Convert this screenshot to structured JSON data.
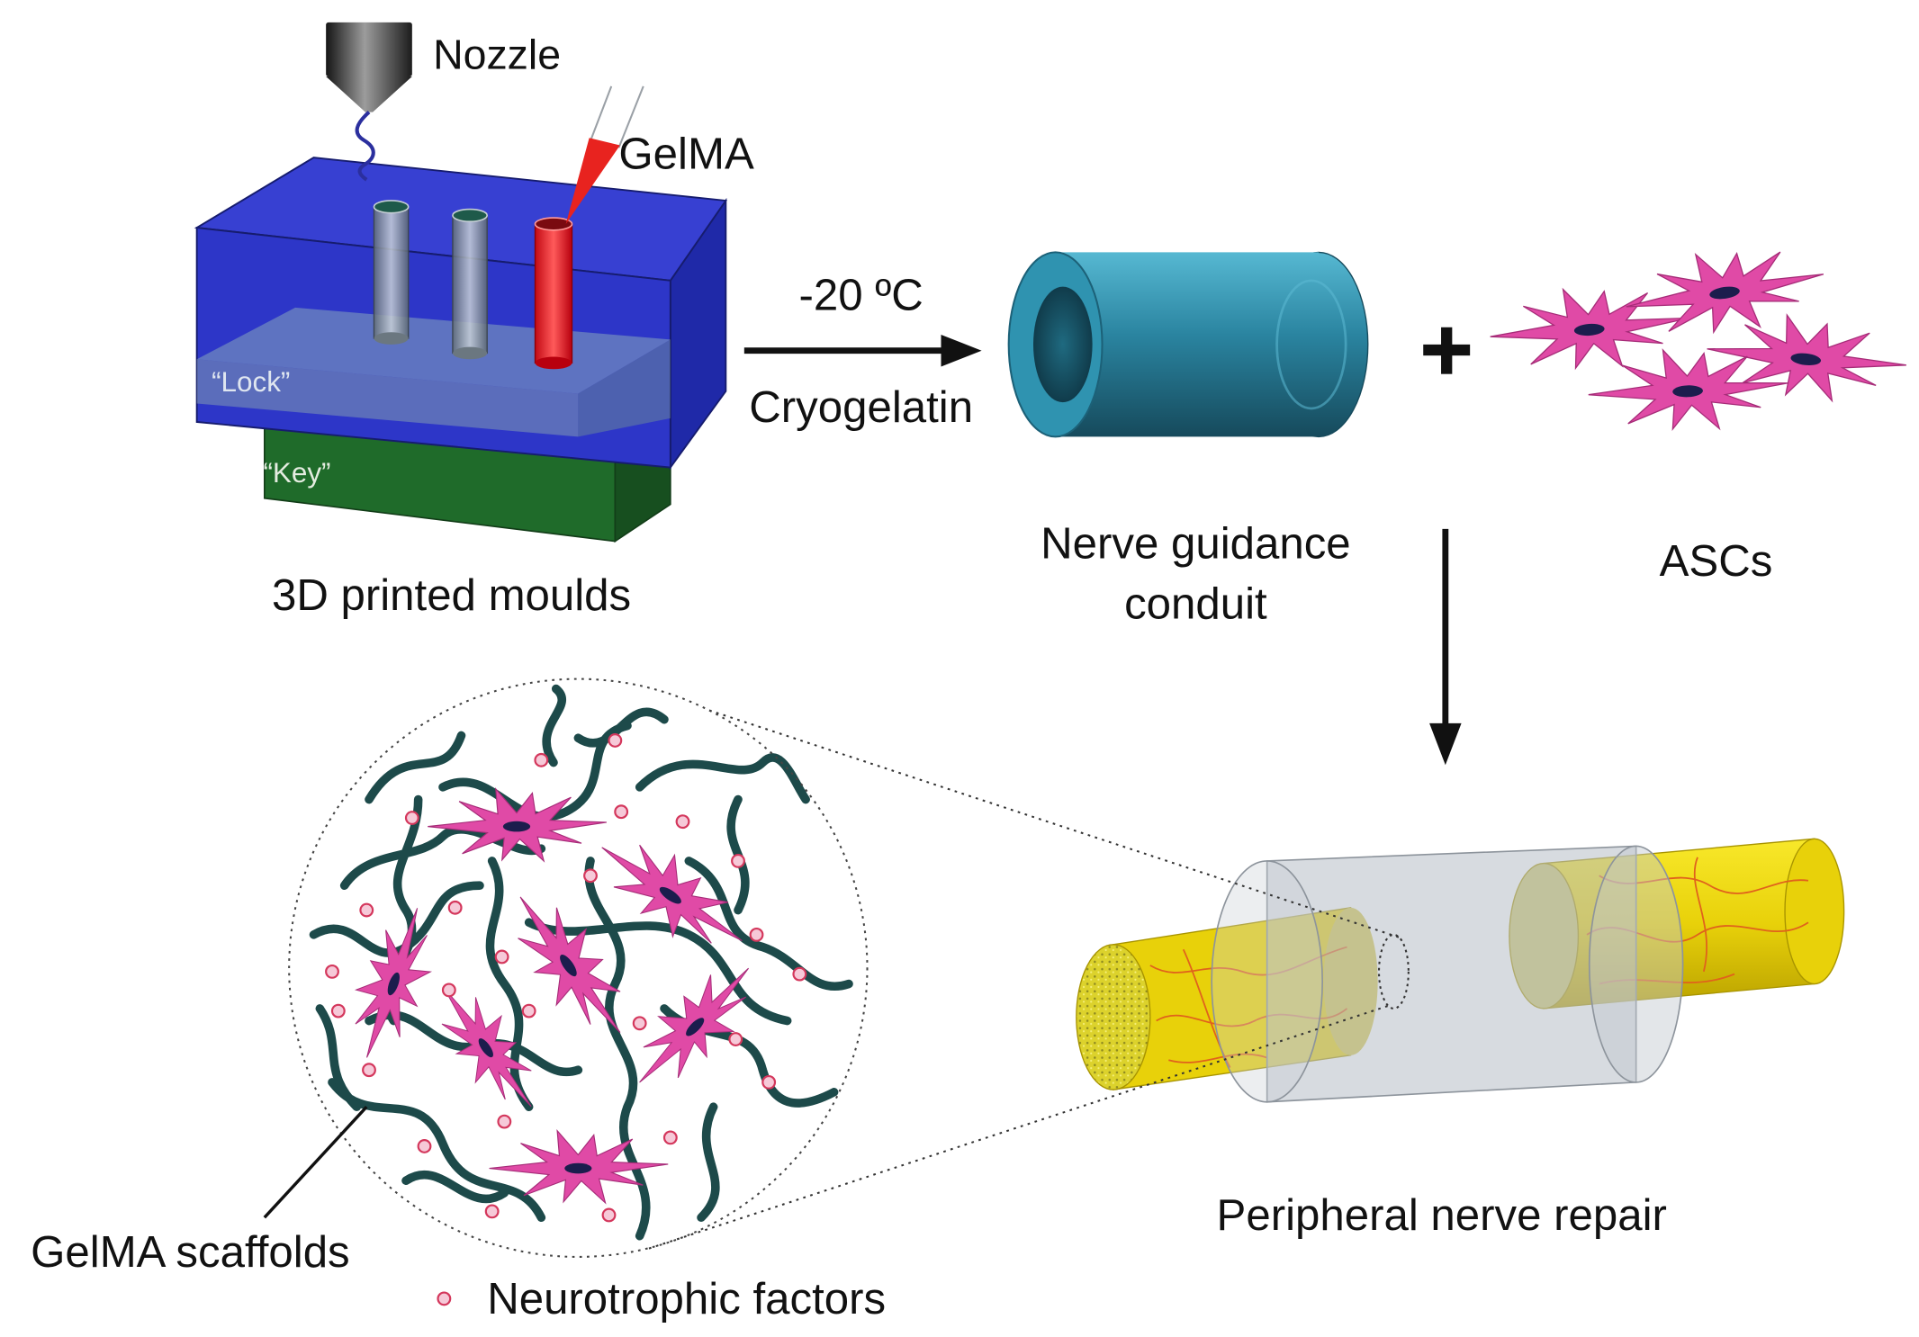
{
  "figure": {
    "nozzle_label": "Nozzle",
    "gelma_label": "GelMA",
    "lock_label": "“Lock”",
    "key_label": "“Key”",
    "moulds_label": "3D printed moulds",
    "temperature_label": "-20 ºC",
    "cryogelatin_label": "Cryogelatin",
    "conduit_label_line1": "Nerve guidance",
    "conduit_label_line2": "conduit",
    "ascs_label": "ASCs",
    "repair_label": "Peripheral nerve repair",
    "scaffolds_label": "GelMA scaffolds",
    "neurotrophic_label": "Neurotrophic factors"
  },
  "colors": {
    "gelma_red": "#e8231f",
    "mould_blue": "#2d36c8",
    "key_green": "#1f6b2a",
    "conduit_teal": "#2f93b0",
    "cell_pink": "#e04aa6",
    "scaffold_fiber": "#1d4a4a",
    "nerve_yellow": "#e8d10a",
    "conduit_gray": "#b7bec6"
  }
}
